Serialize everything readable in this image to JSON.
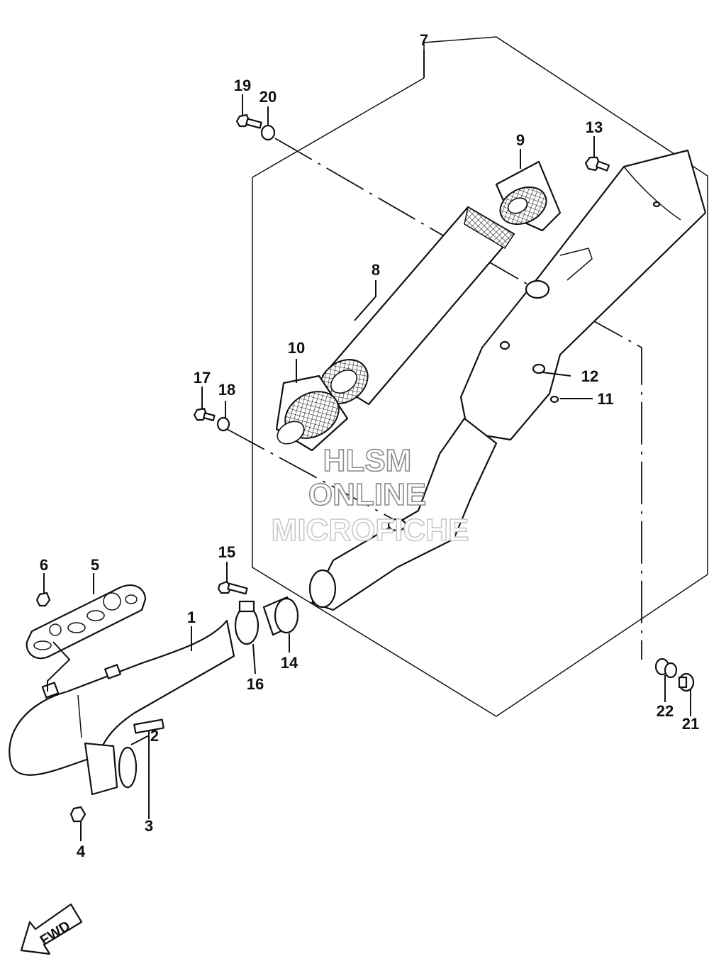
{
  "part_labels": {
    "p1": "1",
    "p2": "2",
    "p3": "3",
    "p4": "4",
    "p5": "5",
    "p6": "6",
    "p7": "7",
    "p8": "8",
    "p9": "9",
    "p10": "10",
    "p11": "11",
    "p12": "12",
    "p13": "13",
    "p14": "14",
    "p15": "15",
    "p16": "16",
    "p17": "17",
    "p18": "18",
    "p19": "19",
    "p20": "20",
    "p21": "21",
    "p22": "22"
  },
  "watermark": {
    "line1": "HLSM",
    "line2": "ONLINE",
    "line3": "MICROFICHE"
  },
  "direction_badge": "FWD"
}
